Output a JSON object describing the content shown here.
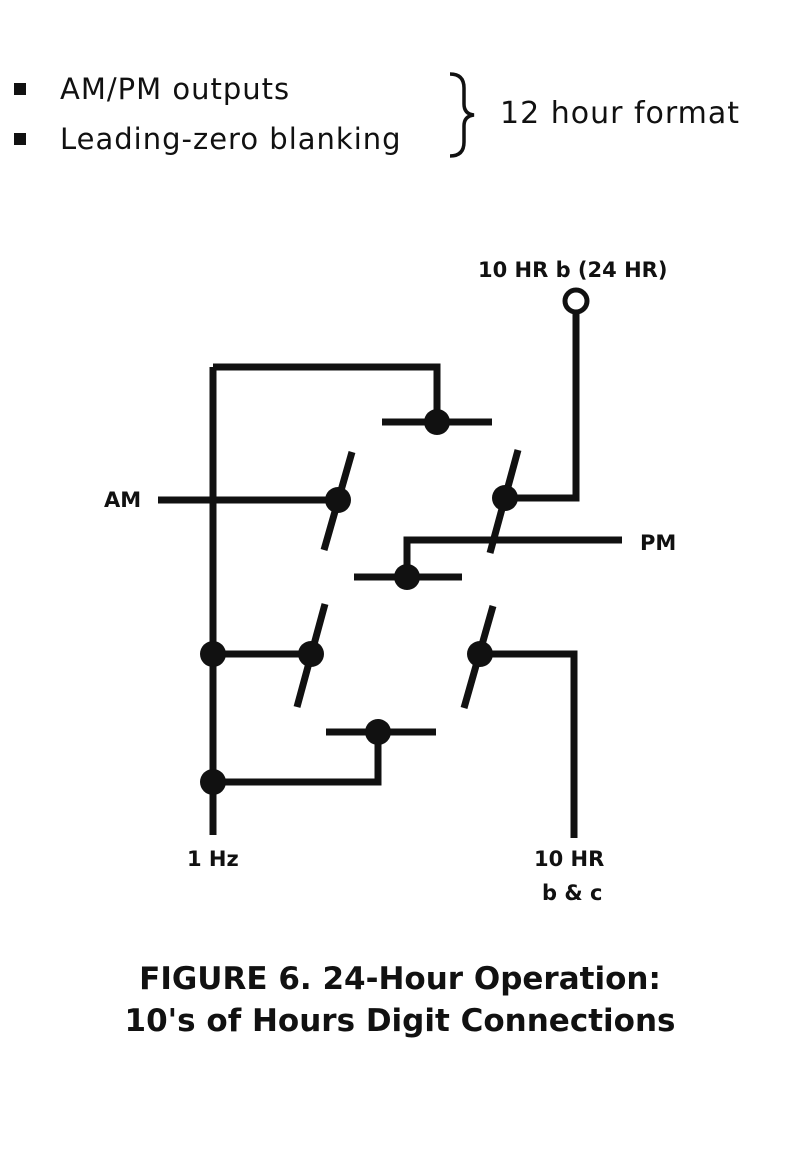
{
  "header": {
    "bullets": [
      {
        "label": "AM/PM outputs"
      },
      {
        "label": "Leading-zero blanking"
      }
    ],
    "brace_label": "12 hour format"
  },
  "diagram": {
    "labels": {
      "top_right": "10 HR b (24 HR)",
      "am": "AM",
      "pm": "PM",
      "one_hz": "1 Hz",
      "bottom_right_line1": "10 HR",
      "bottom_right_line2": "b & c"
    }
  },
  "caption": {
    "line1": "FIGURE 6. 24-Hour Operation:",
    "line2": "10's of Hours Digit Connections"
  },
  "colors": {
    "ink": "#111111",
    "background": "#ffffff"
  }
}
